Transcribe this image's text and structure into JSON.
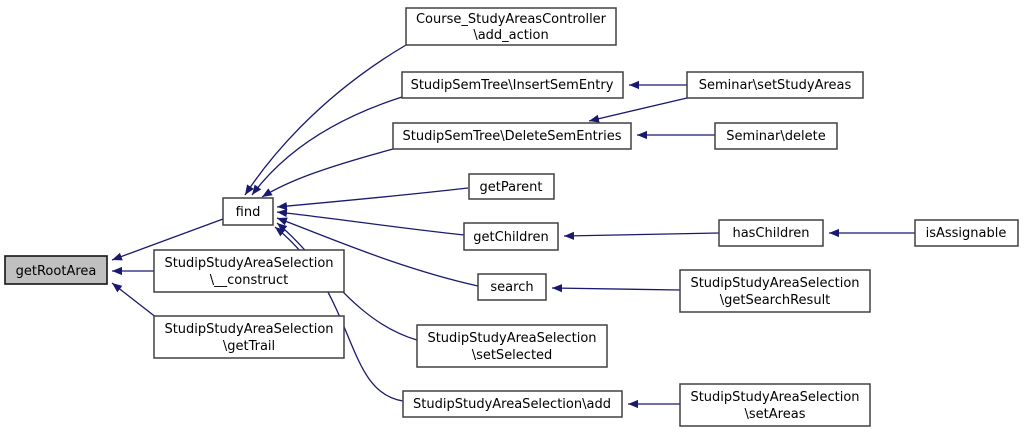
{
  "graph": {
    "type": "call-graph",
    "colors": {
      "background": "#ffffff",
      "edge": "#191970",
      "node_border": "#404040",
      "node_fill": "#ffffff",
      "highlight_node_fill": "#c0c0c0",
      "text": "#000000"
    },
    "nodes": {
      "getRootArea": {
        "label": "getRootArea",
        "highlighted": "true"
      },
      "find": {
        "label": "find"
      },
      "add_action": {
        "line1": "Course_StudyAreasController",
        "line2": "\\add_action"
      },
      "insertSemEntry": {
        "label": "StudipSemTree\\InsertSemEntry"
      },
      "setStudyAreas": {
        "label": "Seminar\\setStudyAreas"
      },
      "deleteSemEntries": {
        "label": "StudipSemTree\\DeleteSemEntries"
      },
      "seminarDelete": {
        "label": "Seminar\\delete"
      },
      "getParent": {
        "label": "getParent"
      },
      "getChildren": {
        "label": "getChildren"
      },
      "hasChildren": {
        "label": "hasChildren"
      },
      "isAssignable": {
        "label": "isAssignable"
      },
      "search": {
        "label": "search"
      },
      "getSearchResult": {
        "line1": "StudipStudyAreaSelection",
        "line2": "\\getSearchResult"
      },
      "construct": {
        "line1": "StudipStudyAreaSelection",
        "line2": "\\__construct"
      },
      "getTrail": {
        "line1": "StudipStudyAreaSelection",
        "line2": "\\getTrail"
      },
      "setSelected": {
        "line1": "StudipStudyAreaSelection",
        "line2": "\\setSelected"
      },
      "add": {
        "label": "StudipStudyAreaSelection\\add"
      },
      "setAreas": {
        "line1": "StudipStudyAreaSelection",
        "line2": "\\setAreas"
      }
    },
    "edges": [
      {
        "from": "find",
        "to": "getRootArea"
      },
      {
        "from": "StudipStudyAreaSelection\\__construct",
        "to": "getRootArea"
      },
      {
        "from": "StudipStudyAreaSelection\\getTrail",
        "to": "getRootArea"
      },
      {
        "from": "Course_StudyAreasController\\add_action",
        "to": "find"
      },
      {
        "from": "StudipSemTree\\InsertSemEntry",
        "to": "find"
      },
      {
        "from": "StudipSemTree\\DeleteSemEntries",
        "to": "find"
      },
      {
        "from": "getParent",
        "to": "find"
      },
      {
        "from": "getChildren",
        "to": "find"
      },
      {
        "from": "search",
        "to": "find"
      },
      {
        "from": "StudipStudyAreaSelection\\setSelected",
        "to": "find"
      },
      {
        "from": "StudipStudyAreaSelection\\add",
        "to": "find"
      },
      {
        "from": "Seminar\\setStudyAreas",
        "to": "StudipSemTree\\InsertSemEntry"
      },
      {
        "from": "Seminar\\setStudyAreas",
        "to": "StudipSemTree\\DeleteSemEntries"
      },
      {
        "from": "Seminar\\delete",
        "to": "StudipSemTree\\DeleteSemEntries"
      },
      {
        "from": "hasChildren",
        "to": "getChildren"
      },
      {
        "from": "isAssignable",
        "to": "hasChildren"
      },
      {
        "from": "StudipStudyAreaSelection\\getSearchResult",
        "to": "search"
      },
      {
        "from": "StudipStudyAreaSelection\\setAreas",
        "to": "StudipStudyAreaSelection\\add"
      }
    ]
  }
}
